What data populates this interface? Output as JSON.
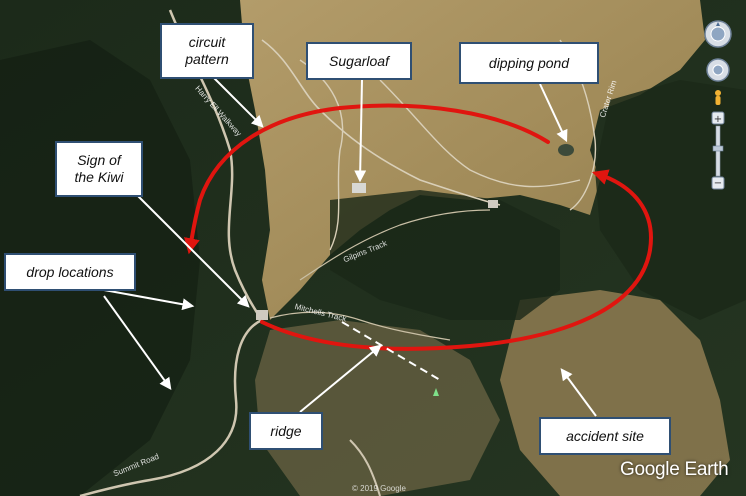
{
  "labels": {
    "circuit_pattern": [
      "circuit",
      "pattern"
    ],
    "sugarloaf": "Sugarloaf",
    "dipping_pond": "dipping pond",
    "sign_of_kiwi": [
      "Sign of",
      "the Kiwi"
    ],
    "drop_locations": "drop locations",
    "ridge": "ridge",
    "accident_site": "accident site"
  },
  "road_labels": {
    "summit_road": "Harry Ell Walkway",
    "gilpins_track": "Gilpins Track",
    "mitchells_track": "Mitchells Track",
    "crater_rim": "Crater Rim",
    "bottom_road": "Summit Road"
  },
  "brand": "Google Earth",
  "copyright": "© 2019 Google",
  "colors": {
    "circuit": "#e0150f",
    "label_border": "#2f4f73",
    "arrow": "#ffffff",
    "forest": "#1f2d1c",
    "grass": "#a89260"
  },
  "icons": {
    "compass": "compass-ring-icon",
    "look": "look-joystick-icon",
    "pegman": "pegman-icon",
    "zoom": "zoom-slider-icon"
  }
}
